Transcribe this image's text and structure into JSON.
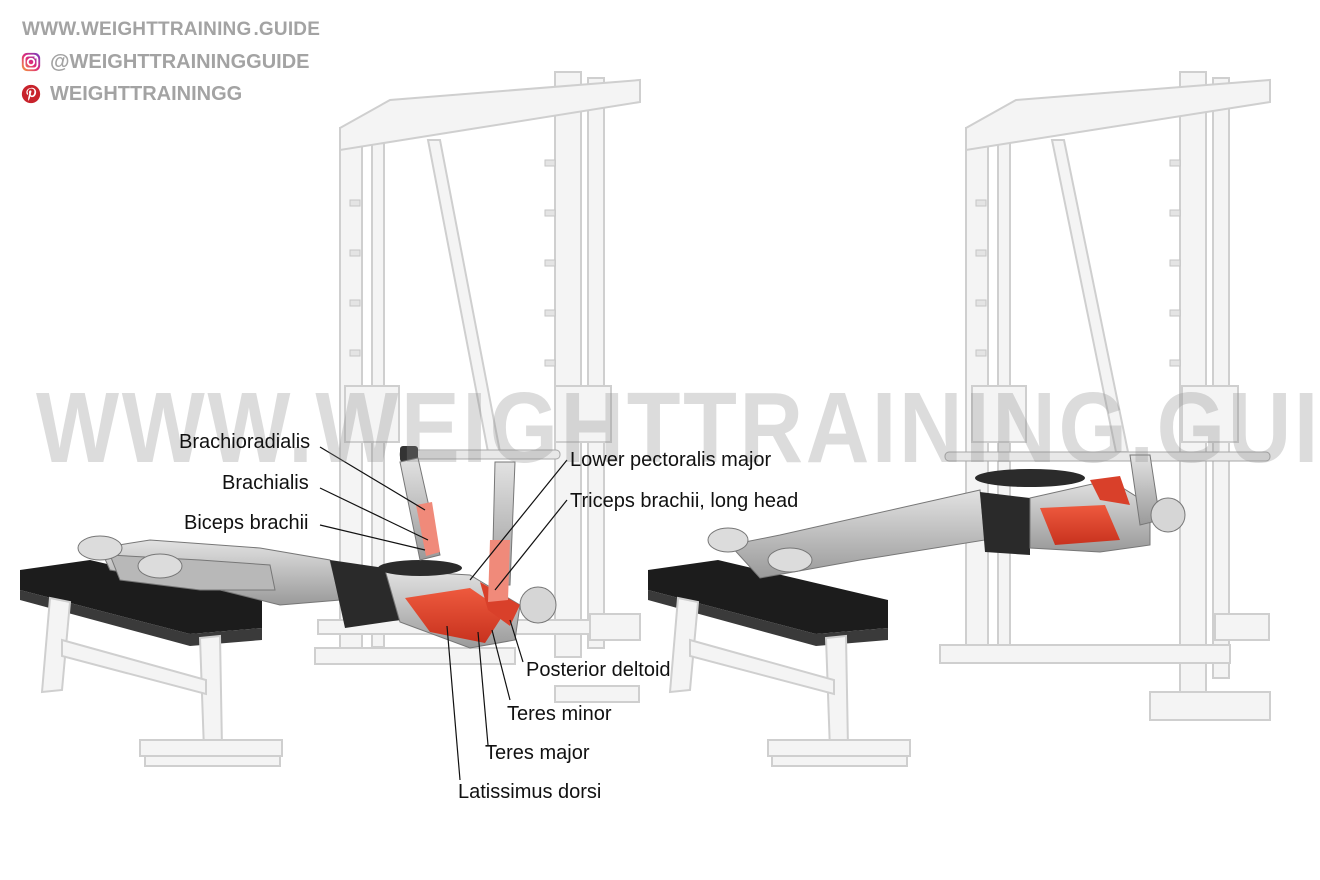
{
  "branding": {
    "site_main": "WWW.WEIGHTTRAINING",
    "site_suffix": ".GUIDE",
    "instagram_handle": "@WEIGHTTRAININGGUIDE",
    "pinterest_handle": "WEIGHTTRAININGG",
    "instagram_icon": "instagram-icon",
    "pinterest_icon": "pinterest-icon"
  },
  "watermark": "WWW.WEIGHTTRAINING.GUIDE",
  "labels": {
    "brachioradialis": "Brachioradialis",
    "brachialis": "Brachialis",
    "biceps": "Biceps brachii",
    "lower_pec": "Lower pectoralis major",
    "triceps_long": "Triceps brachii, long head",
    "posterior_deltoid": "Posterior deltoid",
    "teres_minor": "Teres minor",
    "teres_major": "Teres major",
    "latissimus": "Latissimus dorsi"
  },
  "colors": {
    "target_muscle": "#e8452c",
    "secondary_muscle": "#f08a7a",
    "body": "#c9c9c9",
    "equipment": "#f3f3f3",
    "bench_pad": "#1c1c1c",
    "brand_gray": "#a3a3a3"
  }
}
